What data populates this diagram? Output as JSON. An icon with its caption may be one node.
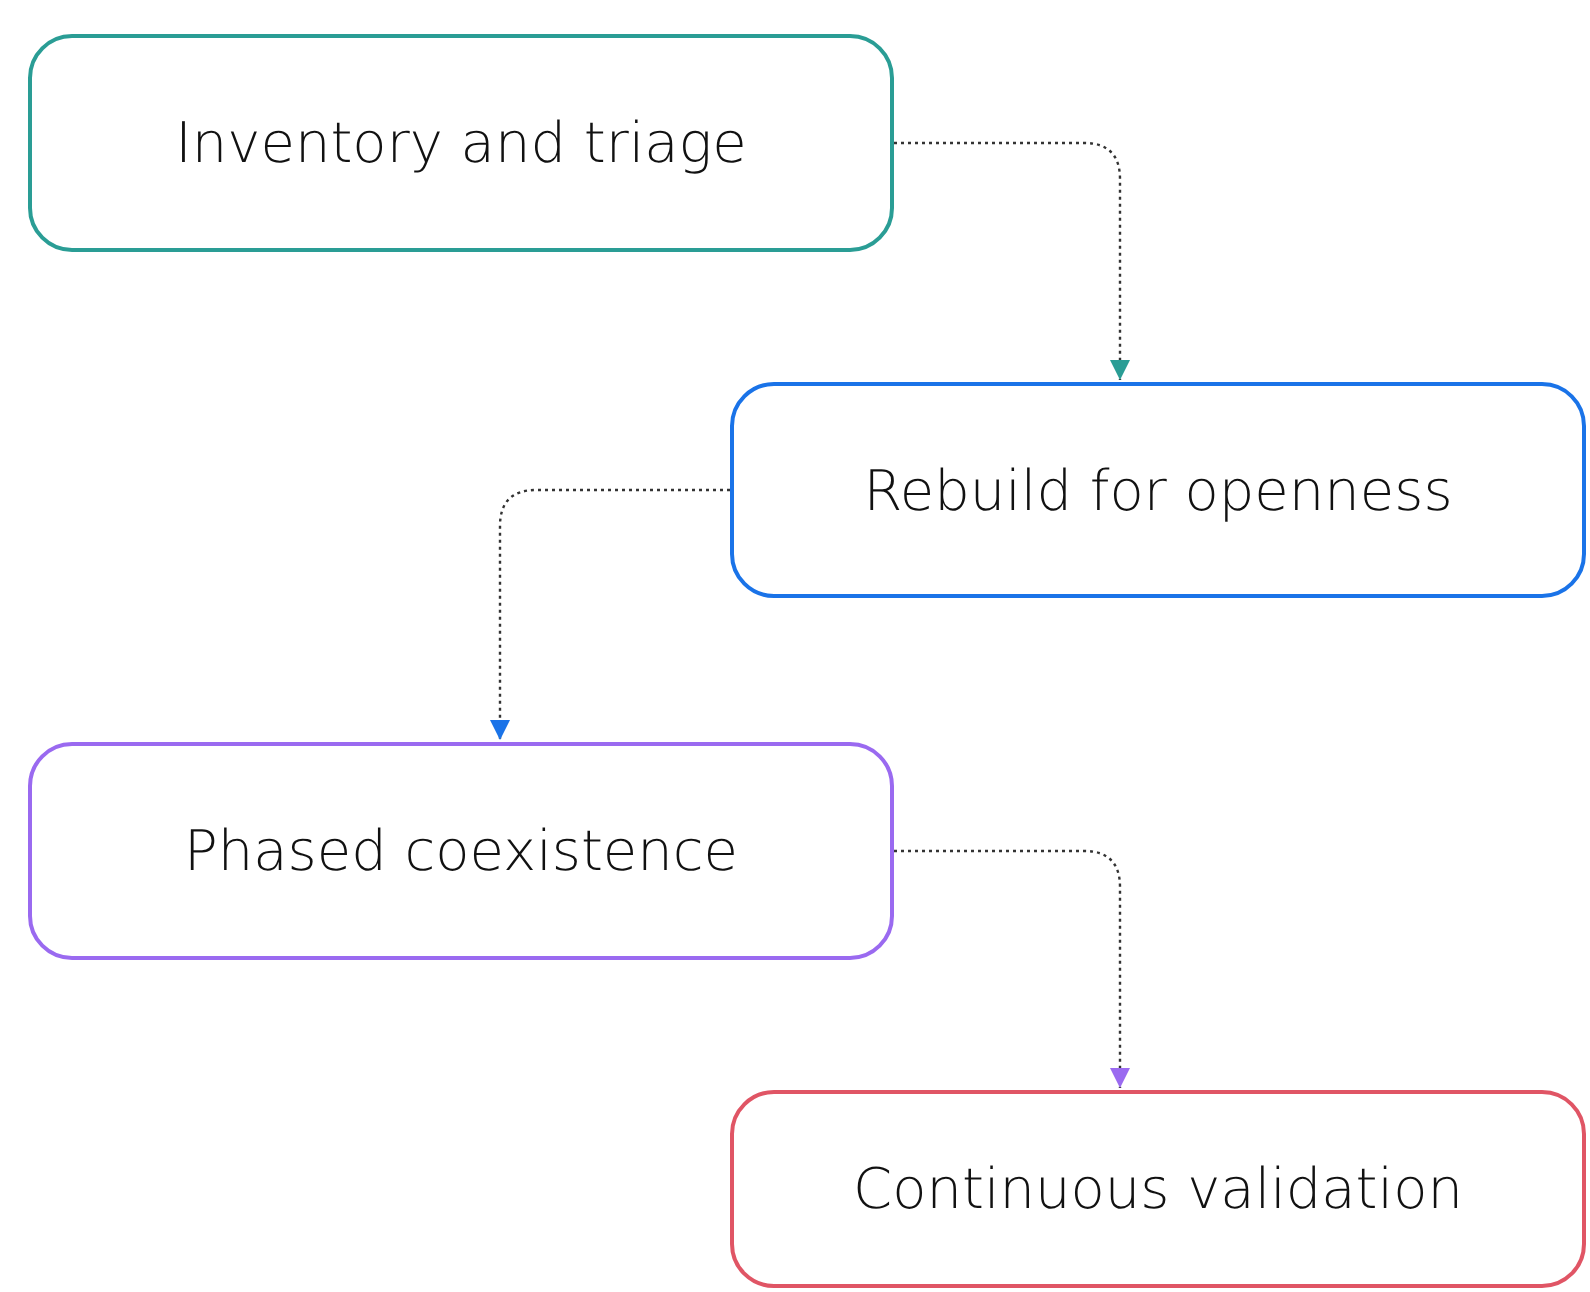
{
  "diagram": {
    "nodes": [
      {
        "text": [
          "Inventory and triage"
        ]
      },
      {
        "text": [
          "Rebuild for openness"
        ]
      },
      {
        "text": [
          "Phased coexistence"
        ]
      },
      {
        "text": [
          "Continuous validation"
        ]
      }
    ],
    "edges": [
      {
        "from": 0,
        "to": 1,
        "arrow": "to",
        "style": "dashed"
      },
      {
        "from": 1,
        "to": 2,
        "arrow": "to",
        "style": "dashed"
      },
      {
        "from": 2,
        "to": 3,
        "arrow": "to",
        "style": "dashed"
      }
    ]
  }
}
